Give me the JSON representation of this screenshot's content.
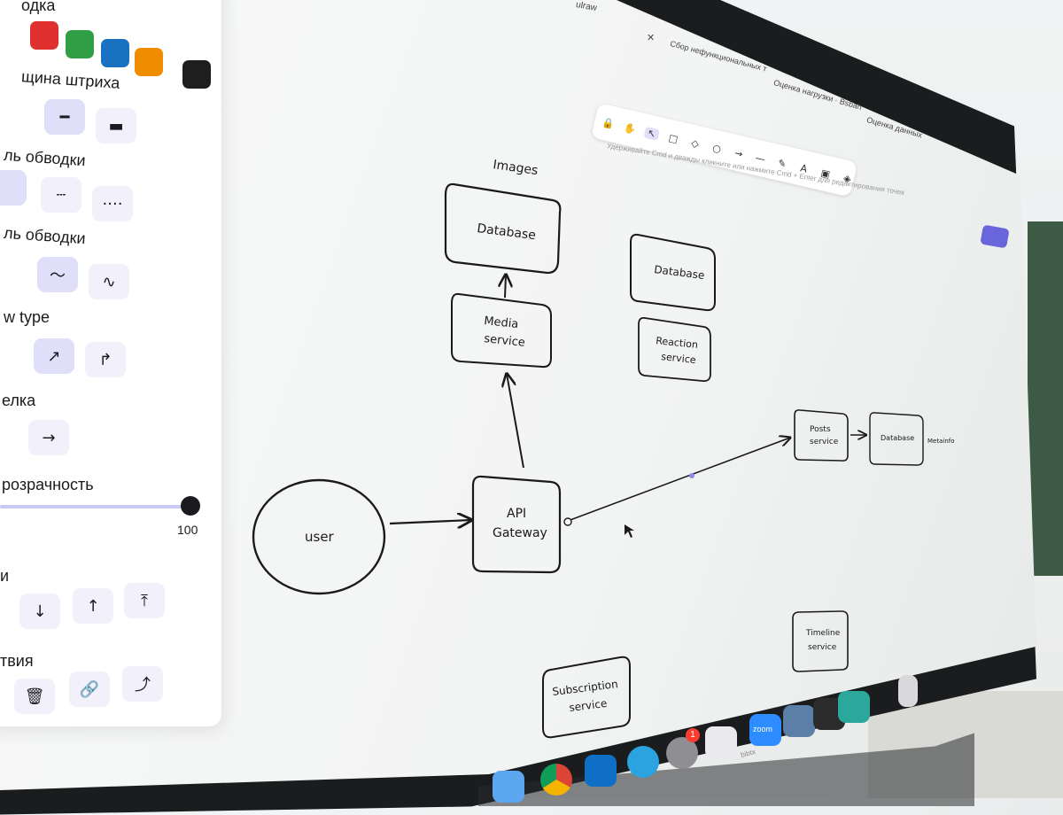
{
  "panel": {
    "section_stroke_title": "одка",
    "section_stroke_width": "щина штриха",
    "section_stroke_style": "ль обводки",
    "section_sloppiness": "ль обводки",
    "section_arrow_type": "w type",
    "section_arrowheads": "елка",
    "section_opacity": "розрачность",
    "opacity_value": "100",
    "section_layers": "и",
    "section_actions": "твия",
    "colors": [
      "#e03131",
      "#2f9e44",
      "#1971c2",
      "#f08c00",
      "#1e1e1e"
    ]
  },
  "browser": {
    "tab_1": "Сбор нефункциональных т",
    "tab_2": "Оценка нагрузки · Bsbah",
    "tab_3": "Оценка данных",
    "app_title": "ulraw",
    "canvas_hint": "Удерживайте Cmd и дважды кликните или нажмите Cmd + Enter для редактирования точек"
  },
  "diagram": {
    "images_label": "Images",
    "db_images": "Database",
    "media_service": [
      "Media",
      "service"
    ],
    "db_reactions": "Database",
    "reaction_service": [
      "Reaction",
      "service"
    ],
    "user": "user",
    "api_gateway": [
      "API",
      "Gateway"
    ],
    "posts_service": [
      "Posts",
      "service"
    ],
    "db_posts": "Database",
    "db_posts_label": "Metainfo",
    "timeline_service": [
      "Timeline",
      "service"
    ],
    "subscription_service": [
      "Subscription",
      "service"
    ]
  },
  "dock": {
    "zoom_label": "zoom",
    "badge": "1",
    "monitor_brand": "bibtx"
  }
}
